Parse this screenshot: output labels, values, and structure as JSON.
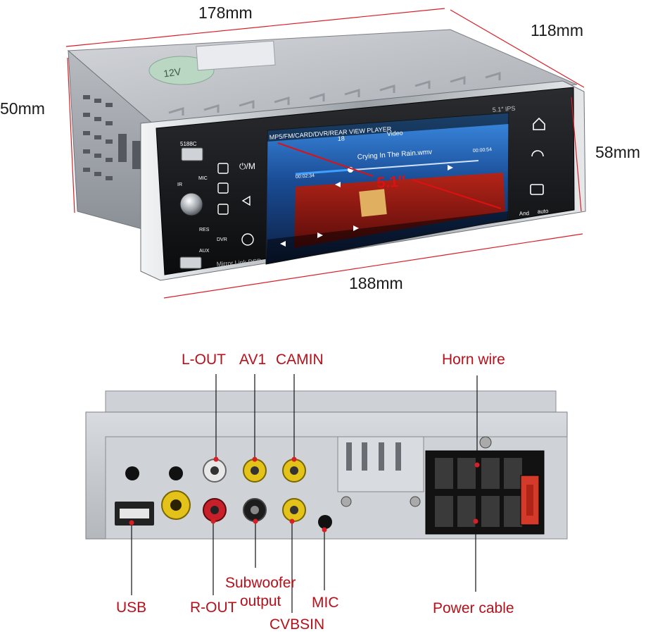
{
  "dimensions": {
    "top_width": "178mm",
    "depth": "118mm",
    "left_height": "50mm",
    "right_height": "58mm",
    "bottom_width": "188mm"
  },
  "front_panel": {
    "model": "5188C",
    "mic": "MIC",
    "ir": "IR",
    "res": "RES",
    "aux": "AUX",
    "power_mode": "⏻/M",
    "branding": "Mirror Link  DSP",
    "dvr": "DVR",
    "sticker": "12V"
  },
  "screen": {
    "banner": "MP5/FM/CARD/DVR/REAR VIEW PLAYER",
    "spec": "5.1″ IPS",
    "mode": "Video",
    "volume": "18",
    "track": "Crying In The Rain.wmv",
    "time_elapsed": "00:02:34",
    "time_total": "00:00:54",
    "size_overlay": "5.1″",
    "os_badge": "And",
    "os_badge2": "auto",
    "progress_fraction": 0.3
  },
  "rear_labels": {
    "l_out": "L-OUT",
    "av1": "AV1",
    "camin": "CAMIN",
    "horn_wire": "Horn wire",
    "usb": "USB",
    "r_out": "R-OUT",
    "subwoofer_line1": "Subwoofer",
    "subwoofer_line2": "output",
    "mic": "MIC",
    "cvbsin": "CVBSIN",
    "power_cable": "Power cable"
  },
  "colors": {
    "label_red": "#b8101a",
    "rca_red": "#c8202a",
    "rca_yellow": "#e3c21a",
    "rca_white": "#e8e8e8",
    "screen_blue": "#1c6fd6"
  }
}
